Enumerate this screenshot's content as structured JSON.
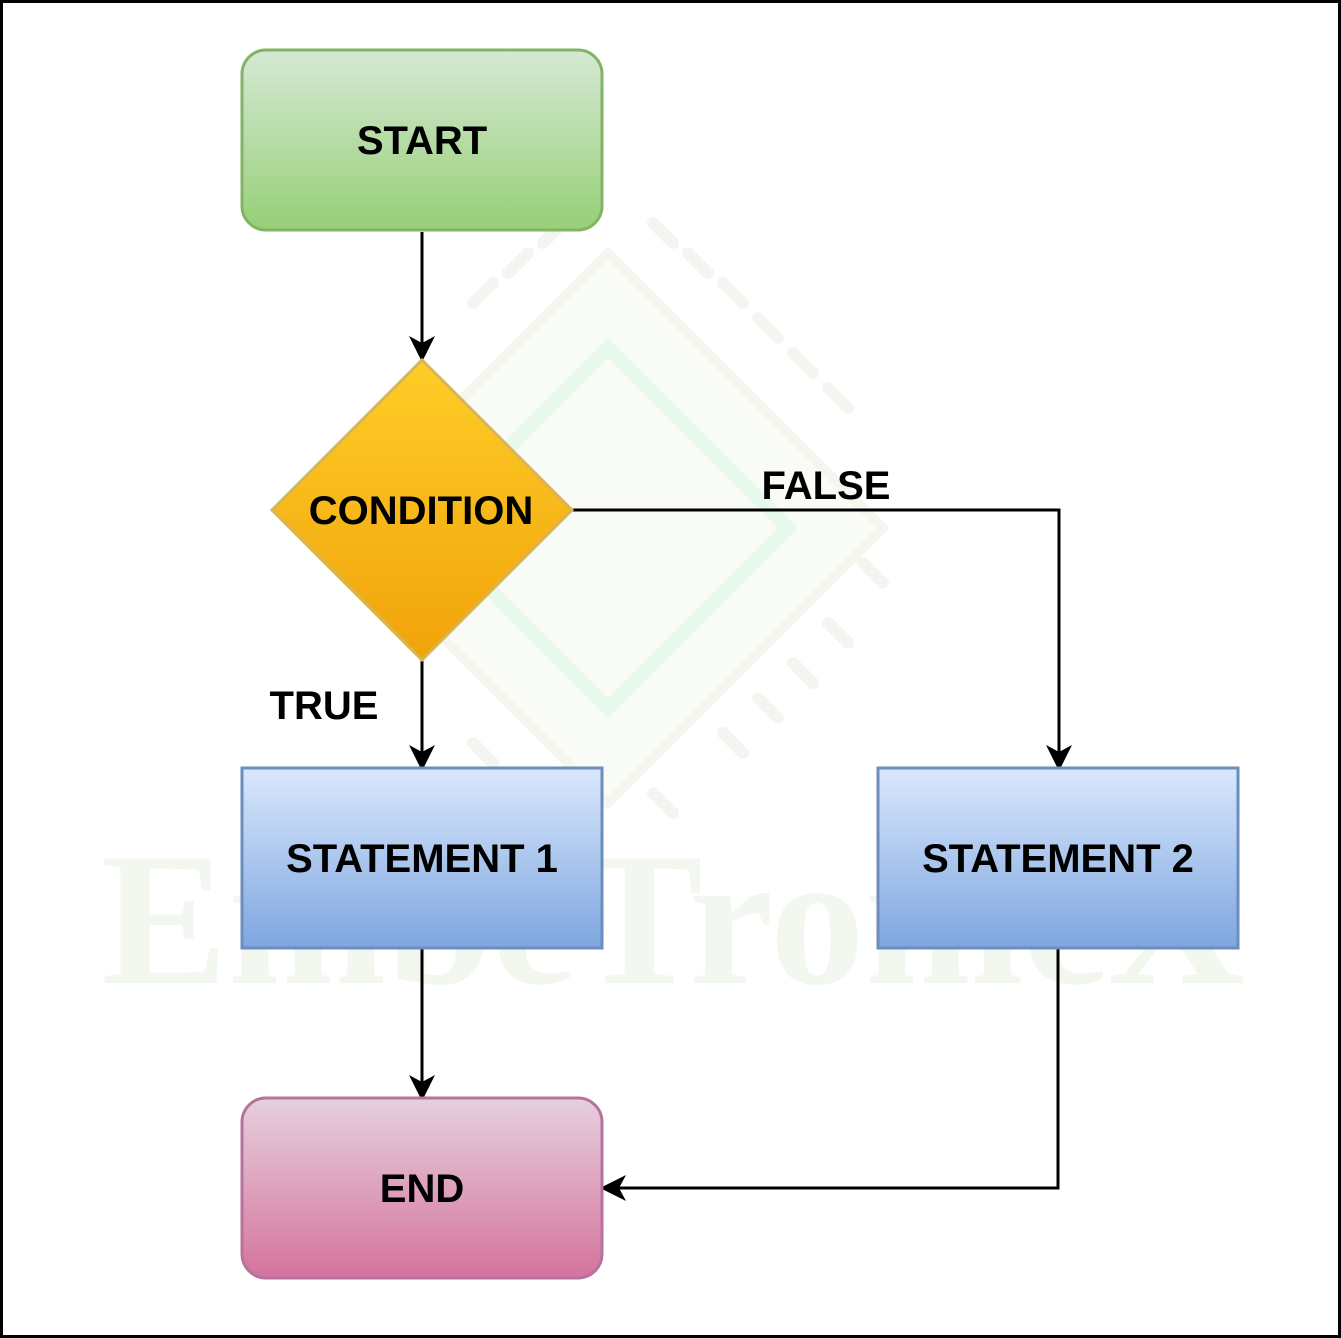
{
  "diagram": {
    "type": "flowchart",
    "nodes": {
      "start": {
        "label": "START",
        "shape": "rounded-rectangle",
        "fill_top": "#d5e8d4",
        "fill_bottom": "#97d077",
        "stroke": "#82b366"
      },
      "condition": {
        "label": "CONDITION",
        "shape": "diamond",
        "fill_top": "#ffcd28",
        "fill_bottom": "#f0a30a",
        "stroke": "#d6b656"
      },
      "statement1": {
        "label": "STATEMENT 1",
        "shape": "rectangle",
        "fill_top": "#dae8fc",
        "fill_bottom": "#7ea6e0",
        "stroke": "#6c8ebf"
      },
      "statement2": {
        "label": "STATEMENT 2",
        "shape": "rectangle",
        "fill_top": "#dae8fc",
        "fill_bottom": "#7ea6e0",
        "stroke": "#6c8ebf"
      },
      "end": {
        "label": "END",
        "shape": "rounded-rectangle",
        "fill_top": "#e6d0de",
        "fill_bottom": "#d5739d",
        "stroke": "#b5739d"
      }
    },
    "edges": [
      {
        "from": "start",
        "to": "condition",
        "label": ""
      },
      {
        "from": "condition",
        "to": "statement1",
        "label": "TRUE"
      },
      {
        "from": "condition",
        "to": "statement2",
        "label": "FALSE"
      },
      {
        "from": "statement1",
        "to": "end",
        "label": ""
      },
      {
        "from": "statement2",
        "to": "end",
        "label": ""
      }
    ]
  },
  "watermark": {
    "text": "EmbeTronicX",
    "logo_icon": "chip-logo-icon"
  }
}
